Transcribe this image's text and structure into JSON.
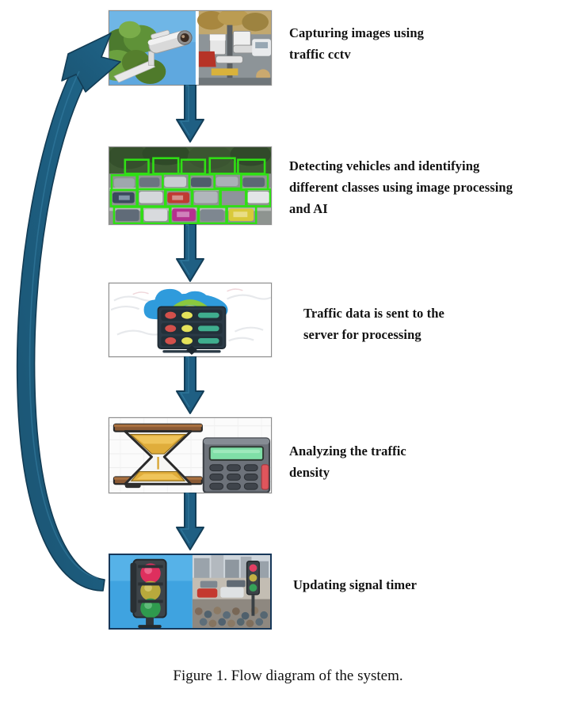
{
  "figure": {
    "caption": "Figure 1.  Flow diagram of the system.",
    "accent_arrow_color": "#1f5f83",
    "accent_arrow_dark": "#123d58",
    "feedback_arrow_color": "#1d5a7c"
  },
  "steps": [
    {
      "id": "capture",
      "label": "Capturing images using\ntraffic cctv",
      "image_alt": "cctv-camera-photos",
      "image_caption": "Two photos: a white CCTV camera against blue sky with trees, and traffic enforcement cameras on a pole",
      "border_style": "thin-gray"
    },
    {
      "id": "detect",
      "label": "Detecting vehicles and identifying\ndifferent classes using image processing\nand AI",
      "image_alt": "vehicle-detection-bounding-boxes",
      "image_caption": "Aerial parking lot scene with bright green bounding boxes drawn around detected vehicles",
      "border_style": "thin-gray"
    },
    {
      "id": "upload",
      "label": "Traffic data is sent to the\nserver for processing",
      "image_alt": "cloud-server-illustration",
      "image_caption": "Blue cloud with green signal arc over a dark server rack with red, yellow and green indicator lights",
      "border_style": "thin-gray"
    },
    {
      "id": "analyze",
      "label": "Analyzing the traffic\ndensity",
      "image_alt": "hourglass-and-calculator",
      "image_caption": "An hourglass with golden sand beside a gray calculator with a green LCD screen and a red key",
      "border_style": "thin-gray"
    },
    {
      "id": "update",
      "label": "Updating signal timer",
      "image_alt": "traffic-signal-photos",
      "image_caption": "A traffic light against blue sky next to a busy city street with a traffic signal",
      "border_style": "dark-navy"
    }
  ],
  "connectors": [
    {
      "id": "arrow-capture-to-detect",
      "direction": "down",
      "from": "capture",
      "to": "detect"
    },
    {
      "id": "arrow-detect-to-upload",
      "direction": "down",
      "from": "detect",
      "to": "upload"
    },
    {
      "id": "arrow-upload-to-analyze",
      "direction": "down",
      "from": "upload",
      "to": "analyze"
    },
    {
      "id": "arrow-analyze-to-update",
      "direction": "down",
      "from": "analyze",
      "to": "update"
    },
    {
      "id": "arrow-update-to-capture",
      "direction": "curved-feedback",
      "from": "update",
      "to": "capture"
    }
  ]
}
